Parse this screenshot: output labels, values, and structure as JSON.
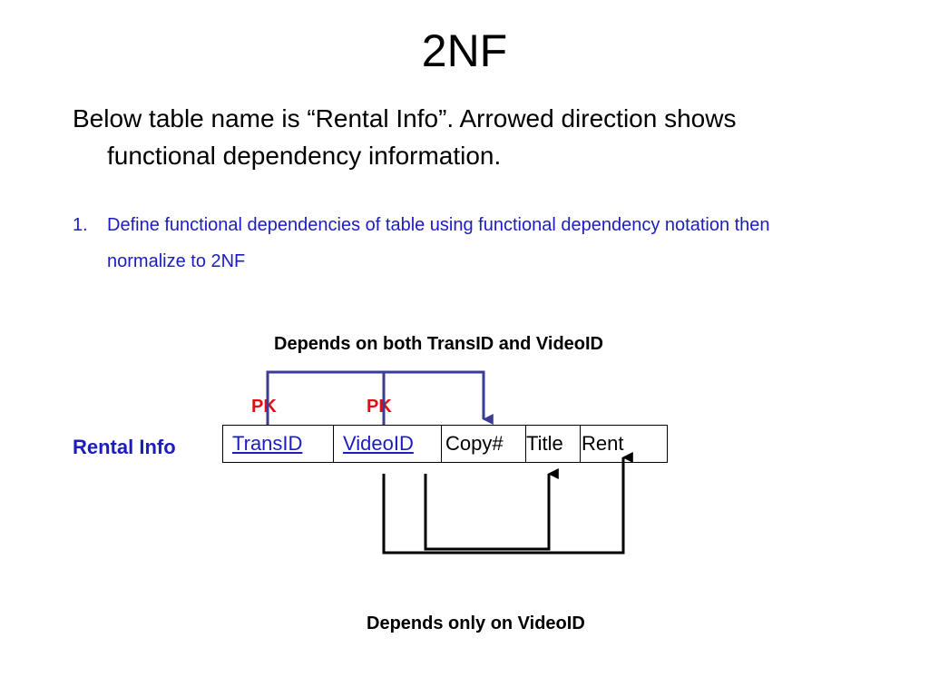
{
  "title": "2NF",
  "intro": "Below table name is “Rental Info”. Arrowed direction shows functional dependency information.",
  "task": {
    "number": "1.",
    "text": "Define functional dependencies of table using functional dependency notation then normalize to 2NF"
  },
  "diagram": {
    "label_top": "Depends on both TransID and VideoID",
    "label_bottom": "Depends only on VideoID",
    "pk_label": "PK",
    "table_name": "Rental Info",
    "columns": [
      "TransID",
      "VideoID",
      "Copy#",
      "Title",
      "Rent"
    ],
    "key_columns": [
      "TransID",
      "VideoID"
    ],
    "colors": {
      "pk": "#e01010",
      "heading_blue": "#1d1dbf",
      "arrow_top": "#3b3b9a",
      "arrow_bottom": "#000000"
    }
  }
}
